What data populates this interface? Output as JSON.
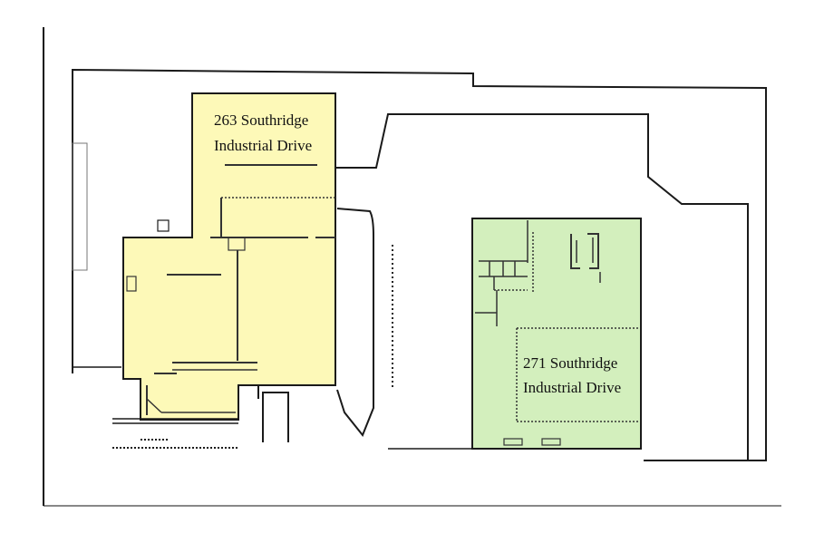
{
  "buildings": [
    {
      "line1": "263 Southridge",
      "line2": "Industrial Drive",
      "fill": "#fdf9b8"
    },
    {
      "line1": "271 Southridge",
      "line2": "Industrial Drive",
      "fill": "#d3efbd"
    }
  ],
  "colors": {
    "ink": "#1a1a1a",
    "page": "#ffffff"
  }
}
